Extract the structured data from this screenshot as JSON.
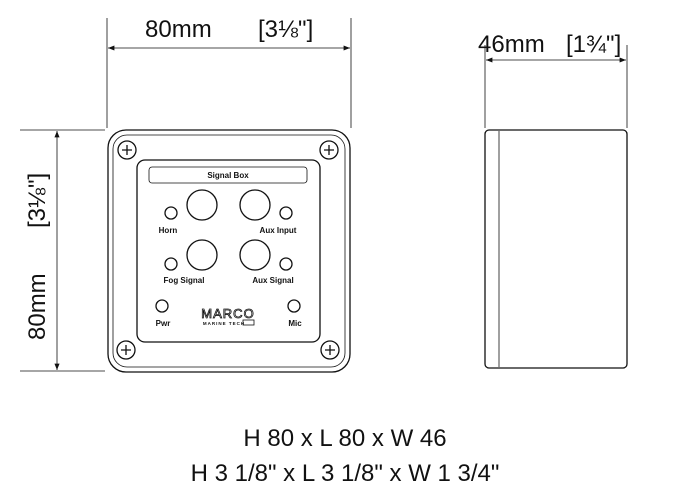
{
  "dimensions": {
    "width_front": {
      "metric": "80mm",
      "imperial": "3⅛\""
    },
    "height_front": {
      "metric": "80mm",
      "imperial": "3⅛\""
    },
    "depth_side": {
      "metric": "46mm",
      "imperial": "1¾\""
    }
  },
  "panel": {
    "title": "Signal Box",
    "labels": {
      "horn": "Horn",
      "aux_input": "Aux Input",
      "fog_signal": "Fog Signal",
      "aux_signal": "Aux Signal",
      "pwr": "Pwr",
      "mic": "Mic"
    },
    "logo": {
      "brand": "MARCO",
      "sub": "MARINE TECH"
    }
  },
  "summary": {
    "metric": "H 80 x L 80 x W 46",
    "imperial": "H 3 1/8\" x L 3 1/8\" x W 1 3/4\""
  }
}
